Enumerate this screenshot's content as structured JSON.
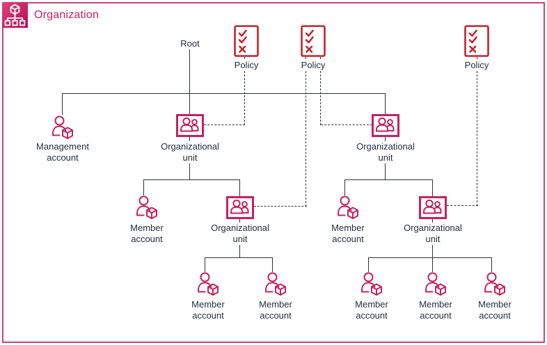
{
  "header": {
    "title": "Organization"
  },
  "labels": {
    "root": "Root",
    "policy": "Policy",
    "management_account": "Management account",
    "organizational_unit": "Organizational unit",
    "member_account": "Member account"
  },
  "colors": {
    "organization_pink": "#C6215E",
    "frame_pink": "#CE4377",
    "policy_red": "#C4232F",
    "label_text": "#232F3E",
    "connector_line": "#2E3236"
  },
  "icons": {
    "header": "organization-icon",
    "account": "user-with-cube-icon",
    "organizational_unit": "two-users-box-icon",
    "policy": "checklist-icon"
  },
  "counts": {
    "policies": 3,
    "organizational_units": 4,
    "member_accounts": 7,
    "management_accounts": 1
  },
  "structure": {
    "root": "Root",
    "children": [
      {
        "node": "Management account"
      },
      {
        "node": "Organizational unit",
        "children": [
          {
            "node": "Member account"
          },
          {
            "node": "Organizational unit",
            "children": [
              {
                "node": "Member account"
              },
              {
                "node": "Member account"
              }
            ]
          }
        ]
      },
      {
        "node": "Organizational unit",
        "children": [
          {
            "node": "Member account"
          },
          {
            "node": "Organizational unit",
            "children": [
              {
                "node": "Member account"
              },
              {
                "node": "Member account"
              },
              {
                "node": "Member account"
              }
            ]
          }
        ]
      }
    ],
    "policy_attachments": [
      {
        "policy": "Policy",
        "attached_to": "Organizational unit (upper left)"
      },
      {
        "policy": "Policy",
        "attached_to": "Organizational unit (lower left) and Organizational unit (upper right)"
      },
      {
        "policy": "Policy",
        "attached_to": "Organizational unit (lower right)"
      }
    ]
  }
}
